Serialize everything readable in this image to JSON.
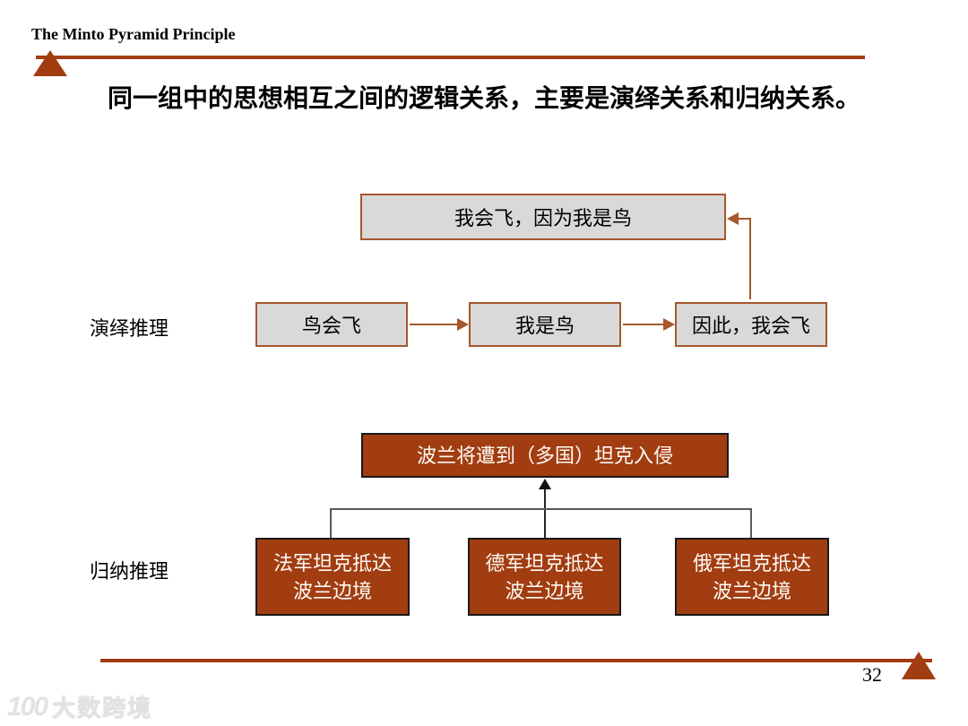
{
  "header": {
    "title": "The Minto Pyramid Principle"
  },
  "slide_title": "同一组中的思想相互之间的逻辑关系，主要是演绎关系和归纳关系。",
  "deductive": {
    "label": "演绎推理",
    "conclusion": "我会飞，因为我是鸟",
    "premises": [
      "鸟会飞",
      "我是鸟",
      "因此，我会飞"
    ]
  },
  "inductive": {
    "label": "归纳推理",
    "conclusion": "波兰将遭到（多国）坦克入侵",
    "evidence": [
      "法军坦克抵达\n波兰边境",
      "德军坦克抵达\n波兰边境",
      "俄军坦克抵达\n波兰边境"
    ]
  },
  "footer": {
    "page_number": "32"
  },
  "watermark": {
    "logo": "100",
    "text": "大数跨境"
  },
  "colors": {
    "accent_brown": "#a13d11",
    "box_border_brown": "#a5572e",
    "gray_fill": "#d9d9d9",
    "connector_gray": "#595959",
    "text_black": "#000000",
    "box_text_white": "#fffaf5"
  }
}
